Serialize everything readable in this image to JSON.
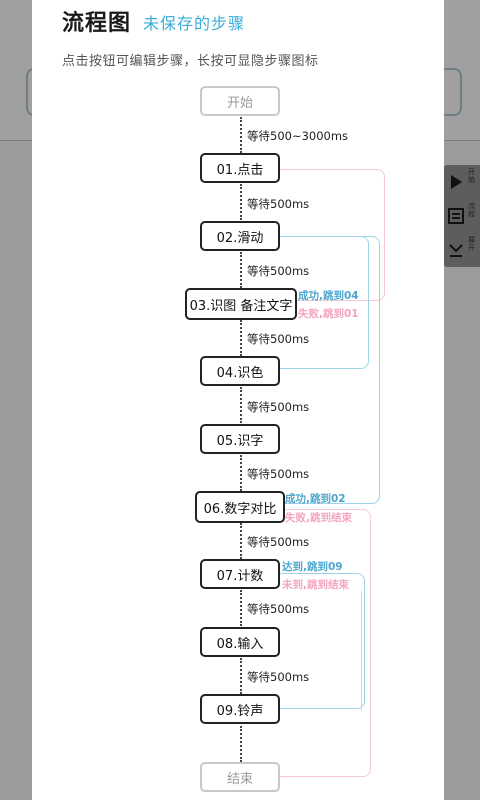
{
  "dialog": {
    "title": "流程图",
    "subtitle": "未保存的步骤",
    "hint": "点击按钮可编辑步骤，长按可显隐步骤图标"
  },
  "side_tools": [
    {
      "label": "开始",
      "icon": "play-icon"
    },
    {
      "label": "流程",
      "icon": "list-icon"
    },
    {
      "label": "展开",
      "icon": "expand-icon"
    }
  ],
  "flow": {
    "start": "开始",
    "end": "结束",
    "waits": [
      "等待500~3000ms",
      "等待500ms",
      "等待500ms",
      "等待500ms",
      "等待500ms",
      "等待500ms",
      "等待500ms",
      "等待500ms",
      "等待500ms"
    ],
    "steps": [
      "01.点击",
      "02.滑动",
      "03.识图 备注文字",
      "04.识色",
      "05.识字",
      "06.数字对比",
      "07.计数",
      "08.输入",
      "09.铃声"
    ],
    "jumps": {
      "s03_success": "成功,跳到04",
      "s03_fail": "失败,跳到01",
      "s06_success": "成功,跳到02",
      "s06_fail": "失败,跳到结束",
      "s07_reach": "达到,跳到09",
      "s07_not": "未到,跳到结束"
    }
  },
  "colors": {
    "success": "#4ea7cf",
    "fail": "#f4a6be",
    "accent": "#3aaed8"
  }
}
